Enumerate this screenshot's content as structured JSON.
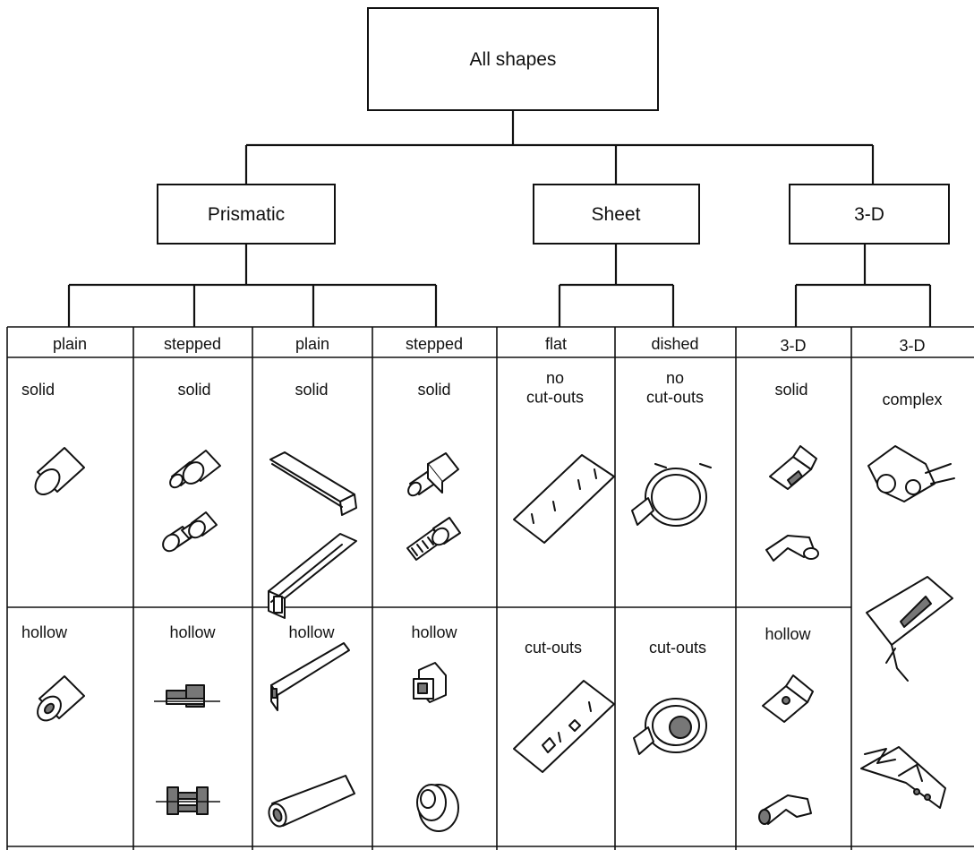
{
  "root": {
    "label": "All shapes"
  },
  "groups": [
    {
      "label": "Prismatic"
    },
    {
      "label": "Sheet"
    },
    {
      "label": "3-D"
    }
  ],
  "columns": [
    {
      "header": "plain",
      "top": "solid",
      "bottom": "hollow",
      "top_icon": "plain-cylinder-icon",
      "top_icon2": "",
      "bottom_icon": "plain-tube-icon",
      "bottom_icon2": ""
    },
    {
      "header": "stepped",
      "top": "solid",
      "bottom": "hollow",
      "top_icon": "stepped-shaft-icon",
      "top_icon2": "double-stepped-shaft-icon",
      "bottom_icon": "stepped-bore-section-icon",
      "bottom_icon2": "flanged-bore-section-icon"
    },
    {
      "header": "plain",
      "top": "solid",
      "bottom": "hollow",
      "top_icon": "channel-bar-icon",
      "top_icon2": "i-beam-icon",
      "bottom_icon": "hollow-square-bar-icon",
      "bottom_icon2": "hollow-round-tube-icon"
    },
    {
      "header": "stepped",
      "top": "solid",
      "bottom": "hollow",
      "top_icon": "square-head-bolt-icon",
      "top_icon2": "threaded-screw-icon",
      "bottom_icon": "hollow-square-head-icon",
      "bottom_icon2": "flanged-bush-icon"
    },
    {
      "header": "flat",
      "top": "no\ncut-outs",
      "bottom": "cut-outs",
      "top_icon": "flat-sheet-icon",
      "top_icon2": "",
      "bottom_icon": "flat-sheet-cutouts-icon",
      "bottom_icon2": ""
    },
    {
      "header": "dished",
      "top": "no\ncut-outs",
      "bottom": "cut-outs",
      "top_icon": "dished-clamp-icon",
      "top_icon2": "",
      "bottom_icon": "dished-clamp-cutout-icon",
      "bottom_icon2": ""
    },
    {
      "header": "3-D",
      "top": "solid",
      "bottom": "hollow",
      "top_icon": "bracket-block-icon",
      "top_icon2": "elbow-solid-icon",
      "bottom_icon": "hollow-bracket-icon",
      "bottom_icon2": "elbow-pipe-icon"
    },
    {
      "header": "3-D",
      "top": "complex",
      "bottom": "",
      "top_icon": "complex-linkage-icon",
      "top_icon2": "complex-frame-icon",
      "bottom_icon": "complex-assembly-icon",
      "bottom_icon2": ""
    }
  ]
}
